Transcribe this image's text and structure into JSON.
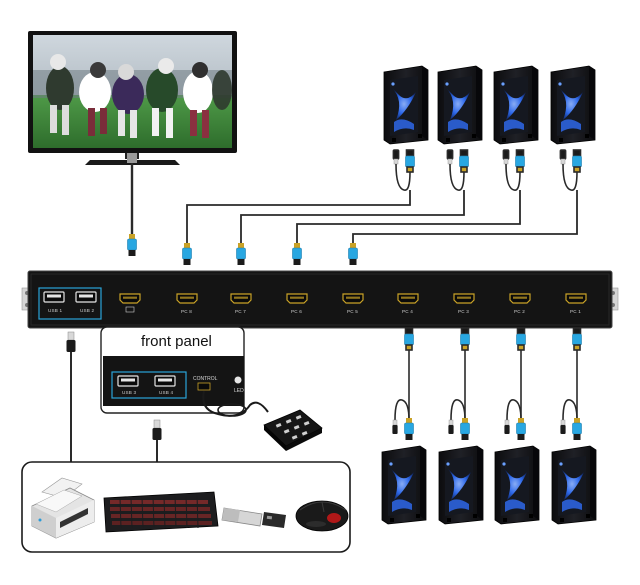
{
  "kvm": {
    "usb_ports": [
      "USB 1",
      "USB 2"
    ],
    "pc_ports": [
      "PC 8",
      "PC 7",
      "PC 6",
      "PC 5",
      "PC 4",
      "PC 3",
      "PC 2",
      "PC 1"
    ]
  },
  "front_panel": {
    "title": "front panel",
    "usb_ports": [
      "USB 3",
      "USB 4"
    ],
    "control_label": "CONTROL",
    "led_label": "LED"
  },
  "icons": {
    "monitor": "tv-monitor-icon",
    "pc": "desktop-tower-icon",
    "cable": "hdmi-usb-cable-icon",
    "printer": "printer-icon",
    "keyboard": "keyboard-icon",
    "usb_drive": "usb-flash-drive-icon",
    "mouse": "mouse-icon",
    "remote": "wired-remote-switch-icon"
  },
  "colors": {
    "device_body": "#141414",
    "cable_connector": "#29a7e1",
    "hdmi_gold": "#c9a227",
    "pc_led": "#2f6df5",
    "field_grass": "#3a7a3a"
  }
}
